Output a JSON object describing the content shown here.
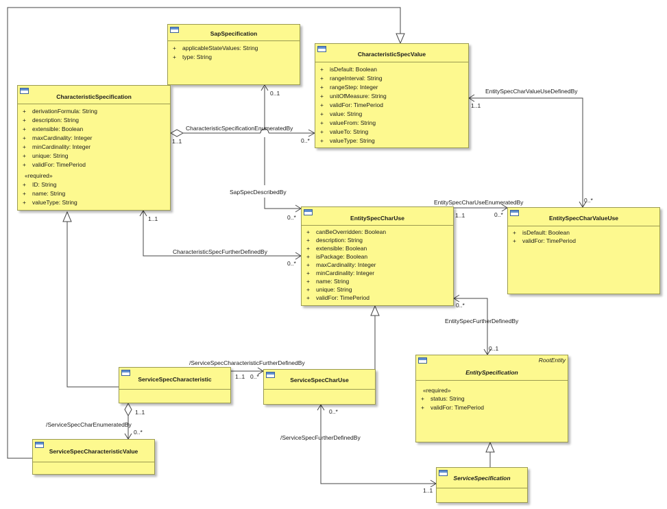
{
  "classes": {
    "sap_specification": {
      "name": "SapSpecification",
      "attributes": [
        {
          "vis": "+",
          "text": "applicableStateValues: String"
        },
        {
          "vis": "+",
          "text": "type: String"
        }
      ]
    },
    "characteristic_spec_value": {
      "name": "CharacteristicSpecValue",
      "attributes": [
        {
          "vis": "+",
          "text": "isDefault: Boolean"
        },
        {
          "vis": "+",
          "text": "rangeInterval: String"
        },
        {
          "vis": "+",
          "text": "rangeStep: Integer"
        },
        {
          "vis": "+",
          "text": "unitOfMeasure: String"
        },
        {
          "vis": "+",
          "text": "validFor: TimePeriod"
        },
        {
          "vis": "+",
          "text": "value: String"
        },
        {
          "vis": "+",
          "text": "valueFrom: String"
        },
        {
          "vis": "+",
          "text": "valueTo: String"
        },
        {
          "vis": "+",
          "text": "valueType: String"
        }
      ]
    },
    "characteristic_specification": {
      "name": "CharacteristicSpecification",
      "attributes": [
        {
          "vis": "+",
          "text": "derivationFormula: String"
        },
        {
          "vis": "+",
          "text": "description: String"
        },
        {
          "vis": "+",
          "text": "extensible: Boolean"
        },
        {
          "vis": "+",
          "text": "maxCardinality: Integer"
        },
        {
          "vis": "+",
          "text": "minCardinality: Integer"
        },
        {
          "vis": "+",
          "text": "unique: String"
        },
        {
          "vis": "+",
          "text": "validFor: TimePeriod"
        }
      ],
      "required_label": "«required»",
      "required_attributes": [
        {
          "vis": "+",
          "text": "ID: String"
        },
        {
          "vis": "+",
          "text": "name: String"
        },
        {
          "vis": "+",
          "text": "valueType: String"
        }
      ]
    },
    "entity_spec_char_use": {
      "name": "EntitySpecCharUse",
      "attributes": [
        {
          "vis": "+",
          "text": "canBeOverridden: Boolean"
        },
        {
          "vis": "+",
          "text": "description: String"
        },
        {
          "vis": "+",
          "text": "extensible: Boolean"
        },
        {
          "vis": "+",
          "text": "isPackage: Boolean"
        },
        {
          "vis": "+",
          "text": "maxCardinality: Integer"
        },
        {
          "vis": "+",
          "text": "minCardinality: Integer"
        },
        {
          "vis": "+",
          "text": "name: String"
        },
        {
          "vis": "+",
          "text": "unique: String"
        },
        {
          "vis": "+",
          "text": "validFor: TimePeriod"
        }
      ]
    },
    "entity_spec_char_value_use": {
      "name": "EntitySpecCharValueUse",
      "attributes": [
        {
          "vis": "+",
          "text": "isDefault: Boolean"
        },
        {
          "vis": "+",
          "text": "validFor: TimePeriod"
        }
      ]
    },
    "entity_specification": {
      "name": "EntitySpecification",
      "stereotype": "RootEntity",
      "required_label": "«required»",
      "required_attributes": [
        {
          "vis": "+",
          "text": "status: String"
        },
        {
          "vis": "+",
          "text": "validFor: TimePeriod"
        }
      ]
    },
    "service_spec_characteristic": {
      "name": "ServiceSpecCharacteristic"
    },
    "service_spec_char_use": {
      "name": "ServiceSpecCharUse"
    },
    "service_spec_characteristic_value": {
      "name": "ServiceSpecCharacteristicValue"
    },
    "service_specification": {
      "name": "ServiceSpecification"
    }
  },
  "associations": {
    "char_spec_enumerated_by": "CharacteristicSpecificationEnumeratedBy",
    "sap_spec_described_by": "SapSpecDescribedBy",
    "char_spec_further_defined_by": "CharacteristicSpecFurtherDefinedBy",
    "entity_spec_char_value_use_defined_by": "EntitySpecCharValueUseDefinedBy",
    "entity_spec_char_use_enumerated_by": "EntitySpecCharUseEnumeratedBy",
    "entity_spec_further_defined_by": "EntitySpecFurtherDefinedBy",
    "service_spec_char_further_defined_by": "/ServiceSpecCharacteristicFurtherDefinedBy",
    "service_spec_char_enumerated_by": "/ServiceSpecCharEnumeratedBy",
    "service_spec_further_defined_by": "/ServiceSpecFurtherDefinedBy"
  },
  "multiplicities": {
    "one_to_one": "1..1",
    "zero_to_many": "0..*",
    "zero_to_one": "0..1"
  }
}
